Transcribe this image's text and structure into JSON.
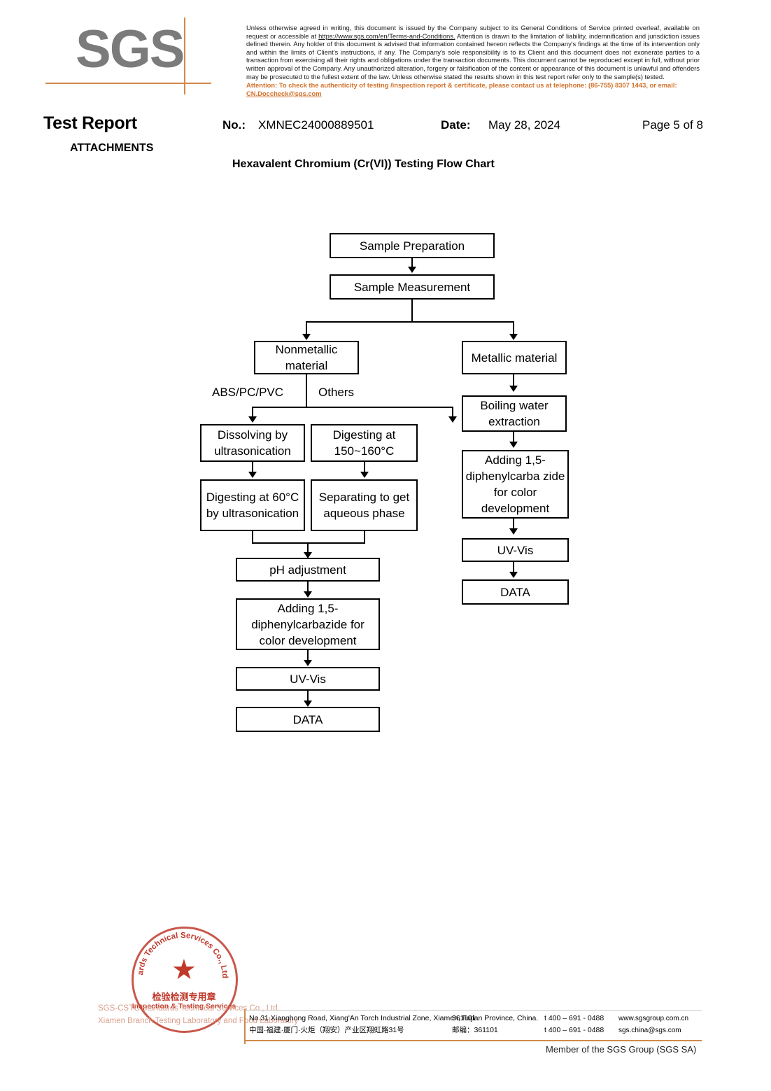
{
  "brand": {
    "wordmark": "SGS",
    "accent_color": "#d08a4a",
    "logo_gray": "#7b7b7b"
  },
  "header": {
    "title": "Test Report",
    "attachments_label": "ATTACHMENTS",
    "no_label": "No.:",
    "no_value": "XMNEC24000889501",
    "date_label": "Date:",
    "date_value": "May 28, 2024",
    "page_indicator": "Page 5 of 8",
    "chart_heading": "Hexavalent Chromium (Cr(VI)) Testing Flow Chart"
  },
  "flow_chart": {
    "type": "flowchart",
    "nodes": [
      {
        "id": "sample-preparation",
        "label": "Sample Preparation"
      },
      {
        "id": "sample-measurement",
        "label": "Sample Measurement"
      },
      {
        "id": "nonmetallic-material",
        "label": "Nonmetallic material"
      },
      {
        "id": "metallic-material",
        "label": "Metallic material"
      },
      {
        "id": "dissolving-ultrasonication",
        "label": "Dissolving by ultrasonication"
      },
      {
        "id": "digesting-150-160",
        "label": "Digesting at 150~160°C"
      },
      {
        "id": "digesting-60-ultrasonication",
        "label": "Digesting at 60°C by ultrasonication"
      },
      {
        "id": "separating-aqueous-phase",
        "label": "Separating to get aqueous phase"
      },
      {
        "id": "ph-adjustment",
        "label": "pH adjustment"
      },
      {
        "id": "adding-dpc-left",
        "label": "Adding 1,5-diphenylcarbazide for color development"
      },
      {
        "id": "uv-vis-left",
        "label": "UV-Vis"
      },
      {
        "id": "data-left",
        "label": "DATA"
      },
      {
        "id": "boiling-water-extraction",
        "label": "Boiling water extraction"
      },
      {
        "id": "adding-dpc-right",
        "label": "Adding 1,5-diphenylcarba zide for color development"
      },
      {
        "id": "uv-vis-right",
        "label": "UV-Vis"
      },
      {
        "id": "data-right",
        "label": "DATA"
      }
    ],
    "edge_labels": {
      "abs_pc_pvc": "ABS/PC/PVC",
      "others": "Others"
    },
    "edges": [
      {
        "from": "sample-preparation",
        "to": "sample-measurement"
      },
      {
        "from": "sample-measurement",
        "to": "nonmetallic-material"
      },
      {
        "from": "sample-measurement",
        "to": "metallic-material"
      },
      {
        "from": "nonmetallic-material",
        "to": "dissolving-ultrasonication",
        "label": "ABS/PC/PVC"
      },
      {
        "from": "nonmetallic-material",
        "to": "digesting-150-160",
        "label": "Others"
      },
      {
        "from": "dissolving-ultrasonication",
        "to": "digesting-60-ultrasonication"
      },
      {
        "from": "digesting-150-160",
        "to": "separating-aqueous-phase"
      },
      {
        "from": "digesting-60-ultrasonication",
        "to": "ph-adjustment"
      },
      {
        "from": "separating-aqueous-phase",
        "to": "ph-adjustment"
      },
      {
        "from": "ph-adjustment",
        "to": "adding-dpc-left"
      },
      {
        "from": "adding-dpc-left",
        "to": "uv-vis-left"
      },
      {
        "from": "uv-vis-left",
        "to": "data-left"
      },
      {
        "from": "metallic-material",
        "to": "boiling-water-extraction"
      },
      {
        "from": "boiling-water-extraction",
        "to": "adding-dpc-right"
      },
      {
        "from": "adding-dpc-right",
        "to": "uv-vis-right"
      },
      {
        "from": "uv-vis-right",
        "to": "data-right"
      }
    ]
  },
  "stamp": {
    "cn_text": "检验检测专用章",
    "en_text": "Inspection & Testing Services",
    "arc_text": "SGS-CSTC Standards Technical Services Co., Ltd. Xiamen Branch",
    "star": "★",
    "color": "#c0392b",
    "watermark_line1": "SGS-CSTC Standards Technical Services Co., Ltd.",
    "watermark_line2": "Xiamen Branch Testing Laboratory and Food Laboratory"
  },
  "footer": {
    "disclaimer_part1": "Unless otherwise agreed in writing, this document is issued by the Company subject to its General Conditions of Service printed overleaf, available on request or accessible at ",
    "disclaimer_link": "https://www.sgs.com/en/Terms-and-Conditions.",
    "disclaimer_part2": " Attention is drawn to the limitation of liability, indemnification and jurisdiction issues defined therein. Any holder of this document is advised that information contained hereon reflects the Company's findings at the time of its intervention only and within the limits of Client's instructions, if any. The Company's sole responsibility is to its Client and this document does not exonerate parties to a transaction from exercising all their rights and obligations under the transaction documents. This document cannot be reproduced except in full, without prior written approval of the Company. Any unauthorized alteration, forgery or falsification of the content or appearance of this document is unlawful and offenders may be prosecuted to the fullest extent of the law. Unless otherwise stated the results shown in this test report refer only to the sample(s) tested.",
    "attention_part1": "Attention: To check the authenticity of testing /inspection report & certificate, please contact us at telephone: (86-755) 8307 1443, or email: ",
    "attention_email": "CN.Doccheck@sgs.com",
    "address_en": "No.31 Xianghong Road, Xiang'An Torch Industrial Zone, Xiamen, Fujian Province, China.",
    "zip_en": "361101",
    "tel_en": "t 400 – 691 - 0488",
    "web_en": "www.sgsgroup.com.cn",
    "address_cn": "中国·福建·厦门·火炬（翔安）产业区翔虹路31号",
    "zip_cn": "邮编：361101",
    "tel_cn": "t 400 – 691 - 0488",
    "web_cn": "sgs.china@sgs.com",
    "member_line": "Member of the SGS Group (SGS SA)"
  }
}
